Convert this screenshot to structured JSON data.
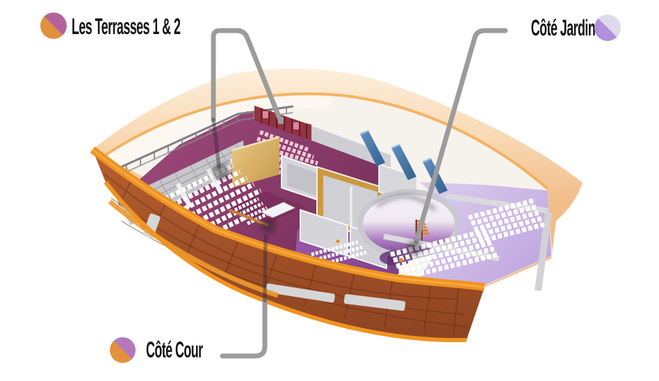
{
  "legend": {
    "items": [
      {
        "id": "terrasses",
        "label": "Les Terrasses 1 & 2",
        "swatch_bottom_left": "#e2913c",
        "swatch_top_right": "#b2639b"
      },
      {
        "id": "jardin",
        "label": "Côté Jardin",
        "swatch_bottom_left": "#b190de",
        "swatch_top_right": "#ded9ed"
      },
      {
        "id": "cour",
        "label": "Côté Cour",
        "swatch_bottom_left": "#e2913c",
        "swatch_top_right": "#b478bc"
      }
    ]
  },
  "diagram": {
    "type": "3d-venue-floor-plan",
    "colors": {
      "hull_wood_brown": "#a0522a",
      "hull_band_orange": "#f0941f",
      "far_wall_peach": "#f8d9b4",
      "hall_floor_magenta": "#8f3f6d",
      "terrace_wall_red": "#93333f",
      "seat_white": "#ffffff",
      "seat_pink": "#f4c7d7",
      "jardin_floor_lavender": "#cdb7e3",
      "cour_floor_purple": "#8d4a9b",
      "room_wall_gray": "#d6d6da",
      "room_wall_ochre": "#c9993f",
      "door_blue": "#4e80b6",
      "wood_panel_tan": "#dcb76f",
      "leader_line_gray": "#9c9c9c",
      "label_text": "#141414"
    }
  }
}
